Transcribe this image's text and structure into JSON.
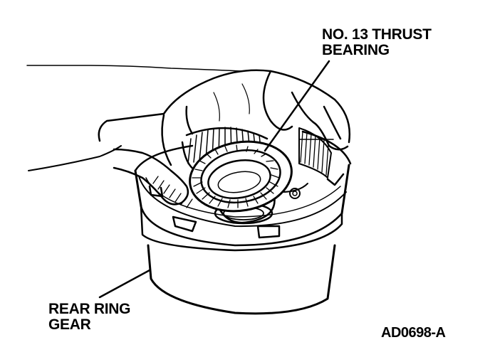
{
  "callouts": {
    "thrust_bearing": {
      "line1": "NO. 13 THRUST",
      "line2": "BEARING"
    },
    "rear_ring_gear": {
      "line1": "REAR RING",
      "line2": "GEAR"
    }
  },
  "figure_id": "AD0698-A"
}
